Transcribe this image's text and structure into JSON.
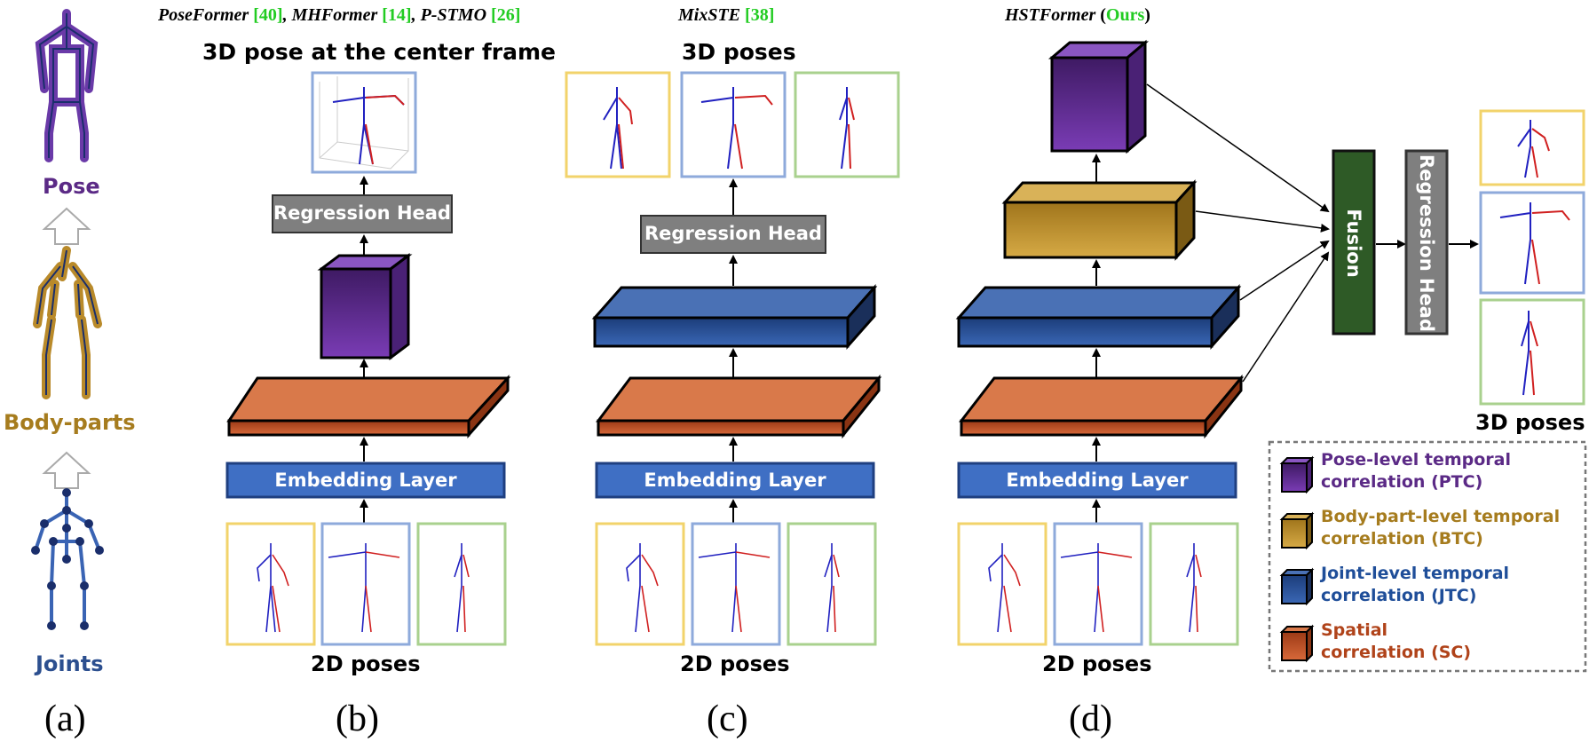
{
  "panels": {
    "a": {
      "letter": "(a)",
      "pose_label": "Pose",
      "bodyparts_label": "Body-parts",
      "joints_label": "Joints"
    },
    "b": {
      "methods": [
        {
          "name": "PoseFormer",
          "ref": "40",
          "sep": ", "
        },
        {
          "name": "MHFormer",
          "ref": "14",
          "sep": ", "
        },
        {
          "name": "P-STMO",
          "ref": "26",
          "sep": ""
        }
      ],
      "output_label": "3D pose at the center frame",
      "regression_head": "Regression Head",
      "embedding_layer": "Embedding Layer",
      "input_label": "2D poses",
      "letter": "(b)"
    },
    "c": {
      "method": {
        "name": "MixSTE",
        "ref": "38"
      },
      "output_label": "3D poses",
      "regression_head": "Regression Head",
      "embedding_layer": "Embedding Layer",
      "input_label": "2D poses",
      "letter": "(c)"
    },
    "d": {
      "method": {
        "name": "HSTFormer",
        "ours": "Ours"
      },
      "fusion": "Fusion",
      "regression_head": "Regression Head",
      "embedding_layer": "Embedding Layer",
      "input_label": "2D poses",
      "output_label": "3D poses",
      "letter": "(d)"
    }
  },
  "legend": {
    "items": [
      {
        "key": "ptc",
        "line1": "Pose-level temporal",
        "line2": "correlation (PTC)",
        "text_color": "#5b2a86"
      },
      {
        "key": "btc",
        "line1": "Body-part-level temporal",
        "line2": "correlation (BTC)",
        "text_color": "#a67c1e"
      },
      {
        "key": "jtc",
        "line1": "Joint-level temporal",
        "line2": "correlation (JTC)",
        "text_color": "#1f4e99"
      },
      {
        "key": "sc",
        "line1": "Spatial",
        "line2": "correlation (SC)",
        "text_color": "#b0431a"
      }
    ]
  },
  "colors": {
    "ptc": "#6a2fa0",
    "btc": "#c99a2e",
    "jtc": "#2c4f8f",
    "sc": "#c8542a",
    "embedding": "#3f6fc4",
    "regression": "#7f7f7f",
    "fusion": "#2e5a26",
    "frame_yellow": "#f2d36b",
    "frame_blue": "#8eaadb",
    "frame_green": "#a9d18e"
  }
}
